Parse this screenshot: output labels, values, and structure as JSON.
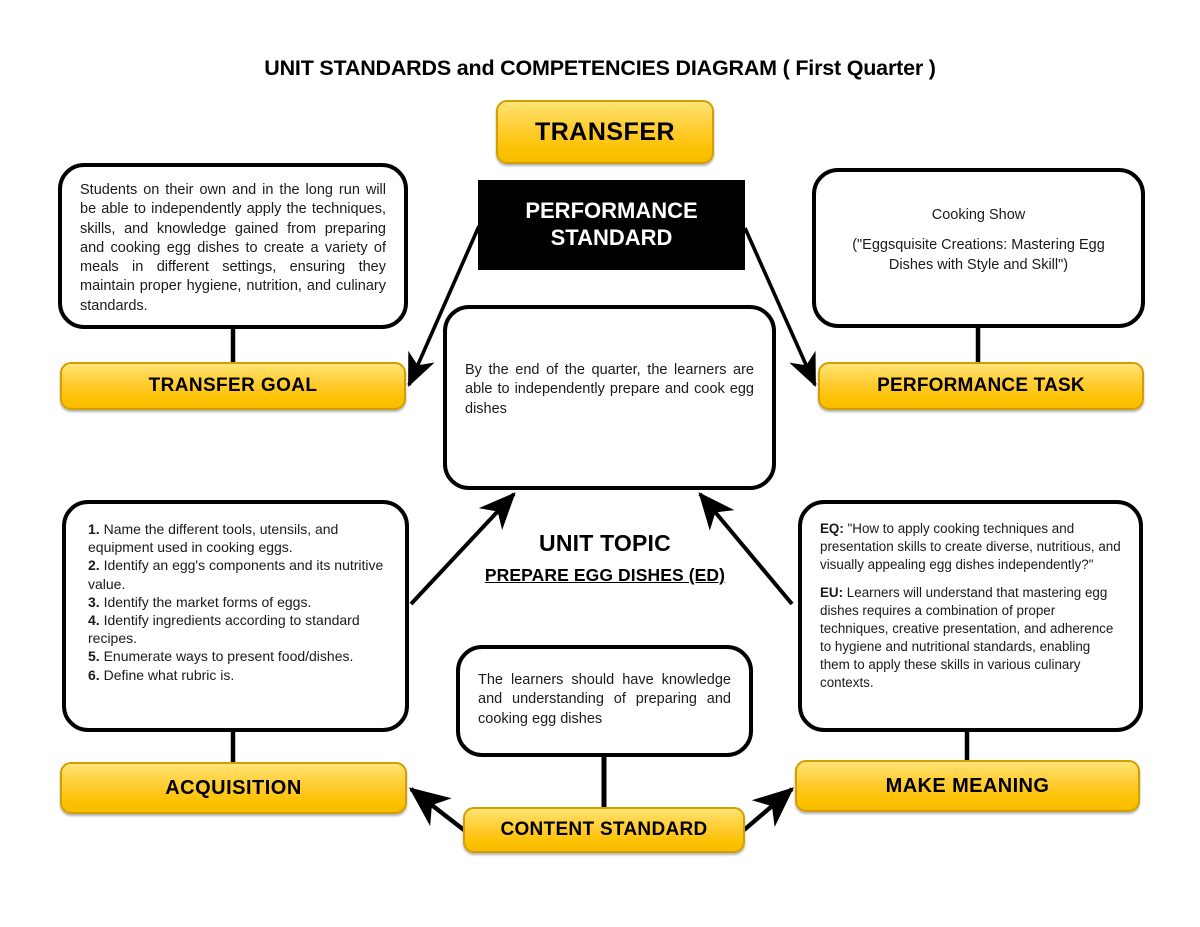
{
  "title": "UNIT STANDARDS and COMPETENCIES DIAGRAM ( First Quarter )",
  "colors": {
    "pill_top": "#FFE477",
    "pill_bottom": "#F7BC00",
    "pill_border": "#D39E00",
    "box_border": "#000000",
    "black_box_bg": "#000000",
    "page_bg": "#FFFFFF"
  },
  "nodes": {
    "transfer": {
      "label": "TRANSFER"
    },
    "performance_standard": {
      "label": "PERFORMANCE STANDARD",
      "line1": "PERFORMANCE",
      "line2": "STANDARD"
    },
    "transfer_goal": {
      "button": "TRANSFER GOAL",
      "text": "Students on their own and in the long run will be able to independently apply the techniques, skills, and knowledge gained from preparing and cooking egg dishes to create a variety of meals in different settings, ensuring they maintain proper hygiene, nutrition, and culinary standards."
    },
    "performance_task": {
      "button": "PERFORMANCE TASK",
      "title": "Cooking Show",
      "subtitle": "(\"Eggsquisite Creations: Mastering Egg Dishes with Style and Skill\")"
    },
    "center_goal": {
      "text": "By the end of the quarter, the learners are able to independently prepare and cook egg dishes"
    },
    "unit_topic": {
      "title": "UNIT TOPIC",
      "subtitle": "PREPARE EGG DISHES (ED)"
    },
    "acquisition": {
      "button": "ACQUISITION",
      "items": [
        {
          "num": "1.",
          "text": "Name the different tools, utensils, and equipment used in cooking eggs."
        },
        {
          "num": "2.",
          "text": "Identify an egg's components and its nutritive value."
        },
        {
          "num": "3.",
          "text": "Identify the market forms of eggs."
        },
        {
          "num": "4.",
          "text": "Identify ingredients according to standard recipes."
        },
        {
          "num": "5.",
          "text": "Enumerate ways to present food/dishes."
        },
        {
          "num": "6.",
          "text": "Define what rubric is."
        }
      ]
    },
    "make_meaning": {
      "button": "MAKE MEANING",
      "eq_label": "EQ:",
      "eq_text": "\"How to apply cooking techniques and presentation skills to create diverse, nutritious, and visually appealing egg dishes independently?\"",
      "eu_label": "EU:",
      "eu_text": "Learners will understand that mastering egg dishes requires a combination of proper techniques, creative presentation, and adherence to hygiene and nutritional standards, enabling them to apply these skills in various culinary contexts."
    },
    "content_standard": {
      "button": "CONTENT STANDARD",
      "text": "The learners should have knowledge and understanding of preparing and cooking egg dishes"
    }
  },
  "connectors": [
    {
      "from": "transfer-goal-text",
      "to": "transfer-goal-button",
      "style": "line"
    },
    {
      "from": "performance-task-text",
      "to": "performance-task-button",
      "style": "line"
    },
    {
      "from": "performance-standard",
      "to": "transfer-goal-button",
      "style": "arrow"
    },
    {
      "from": "performance-standard",
      "to": "performance-task-button",
      "style": "arrow"
    },
    {
      "from": "acquisition-text",
      "to": "center-goal-box",
      "style": "arrow"
    },
    {
      "from": "make-meaning-text",
      "to": "center-goal-box",
      "style": "arrow"
    },
    {
      "from": "acquisition-text",
      "to": "acquisition-button",
      "style": "line"
    },
    {
      "from": "make-meaning-text",
      "to": "make-meaning-button",
      "style": "line"
    },
    {
      "from": "content-standard-text",
      "to": "content-standard-button",
      "style": "line"
    },
    {
      "from": "content-standard-button",
      "to": "acquisition-button",
      "style": "arrow"
    },
    {
      "from": "content-standard-button",
      "to": "make-meaning-button",
      "style": "arrow"
    }
  ]
}
